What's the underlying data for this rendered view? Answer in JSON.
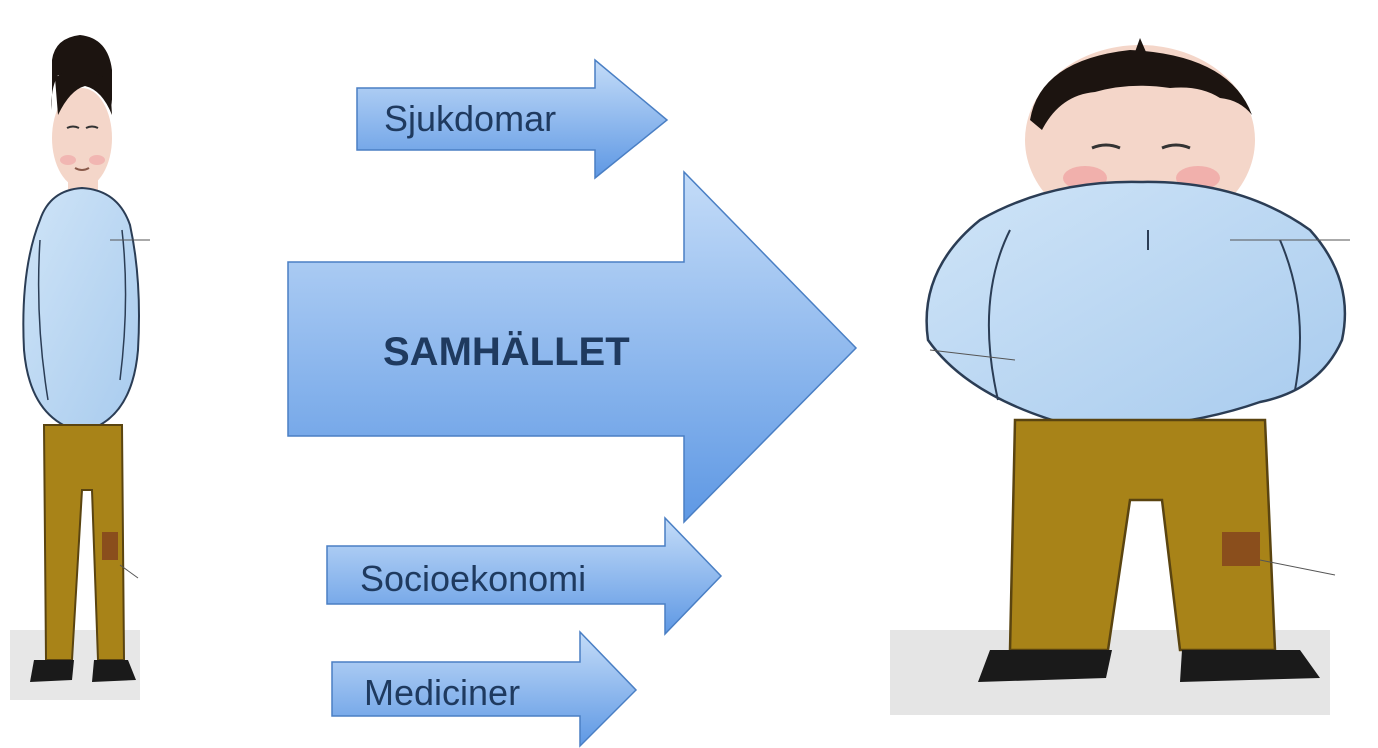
{
  "arrows": {
    "sjukdomar": "Sjukdomar",
    "samhallet": "SAMHÄLLET",
    "socioekonomi": "Socioekonomi",
    "mediciner": "Mediciner"
  },
  "colors": {
    "arrow_top": "#b7d4f6",
    "arrow_bottom": "#5f9ae6",
    "arrow_stroke": "#4a7fc4",
    "label_text": "#1f3a5f",
    "sweater": "#b9d7f2",
    "pants": "#a88318",
    "hair": "#1c1410",
    "skin": "#f4d6c9",
    "shoes": "#1a1a1a",
    "patch": "#8a4e1c"
  },
  "figures": {
    "left": "thin-boy-illustration",
    "right": "heavy-boy-illustration"
  }
}
